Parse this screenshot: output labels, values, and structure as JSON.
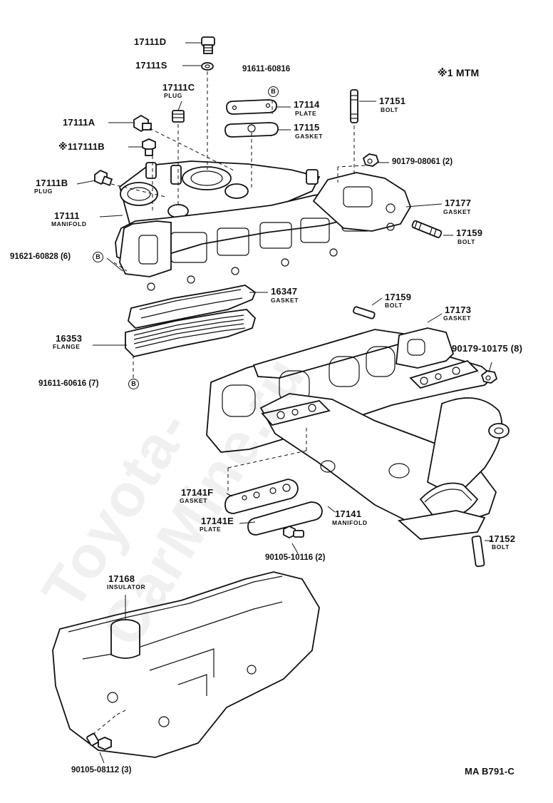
{
  "watermark": "Toyota-CarMine.ru",
  "note_mark": "※1 MTM",
  "diagram_code": "MA B791-C",
  "callouts": {
    "p17111D": {
      "part_no": "17111D",
      "name": ""
    },
    "p17111S": {
      "part_no": "17111S",
      "name": ""
    },
    "p91611_60816": {
      "part_no": "91611-60816",
      "name": ""
    },
    "p17111C": {
      "part_no": "17111C",
      "name": "PLUG"
    },
    "p17114": {
      "part_no": "17114",
      "name": "PLATE"
    },
    "p17151": {
      "part_no": "17151",
      "name": "BOLT"
    },
    "p17111A": {
      "part_no": "17111A",
      "name": ""
    },
    "p17115": {
      "part_no": "17115",
      "name": "GASKET"
    },
    "p17111B_mark": {
      "part_no": "※117111B",
      "name": ""
    },
    "p90179_08061": {
      "part_no": "90179-08061 (2)",
      "name": ""
    },
    "p17111B": {
      "part_no": "17111B",
      "name": "PLUG"
    },
    "p17177": {
      "part_no": "17177",
      "name": "GASKET"
    },
    "p17111": {
      "part_no": "17111",
      "name": "MANIFOLD"
    },
    "p17159a": {
      "part_no": "17159",
      "name": "BOLT"
    },
    "p91621_60828": {
      "part_no": "91621-60828 (6)",
      "name": ""
    },
    "p16347": {
      "part_no": "16347",
      "name": "GASKET"
    },
    "p17159b": {
      "part_no": "17159",
      "name": "BOLT"
    },
    "p17173": {
      "part_no": "17173",
      "name": "GASKET"
    },
    "p16353": {
      "part_no": "16353",
      "name": "FLANGE"
    },
    "p90179_10175": {
      "part_no": "90179-10175 (8)",
      "name": ""
    },
    "p91611_60616": {
      "part_no": "91611-60616 (7)",
      "name": ""
    },
    "p17141F": {
      "part_no": "17141F",
      "name": "GASKET"
    },
    "p17141E": {
      "part_no": "17141E",
      "name": "PLATE"
    },
    "p17141": {
      "part_no": "17141",
      "name": "MANIFOLD"
    },
    "p90105_10116": {
      "part_no": "90105-10116 (2)",
      "name": ""
    },
    "p17152": {
      "part_no": "17152",
      "name": "BOLT"
    },
    "p17168": {
      "part_no": "17168",
      "name": "INSULATOR"
    },
    "p90105_08112": {
      "part_no": "90105-08112 (3)",
      "name": ""
    }
  },
  "ref_letter": "B"
}
